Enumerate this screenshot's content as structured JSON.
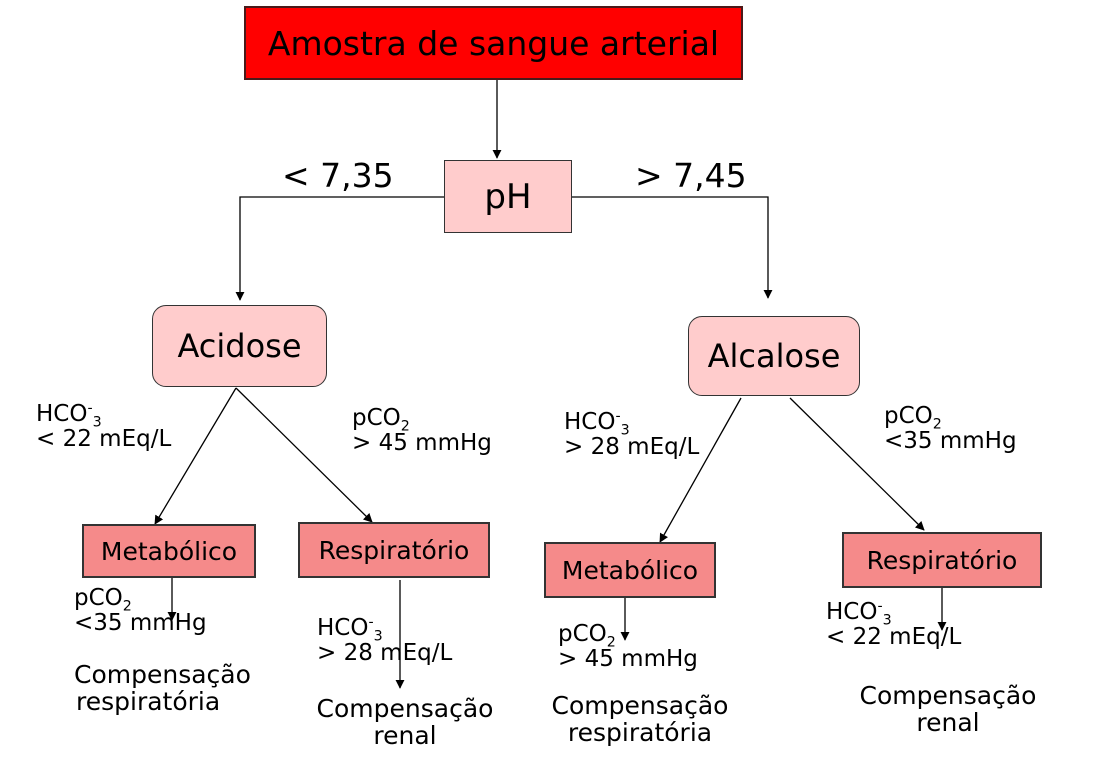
{
  "root": "Amostra de sangue arterial",
  "ph": "pH",
  "left_threshold": "< 7,35",
  "right_threshold": "> 7,45",
  "acidose": {
    "label": "Acidose",
    "left_criterion": {
      "prefix": "HCO",
      "sup": "-",
      "sub": "3",
      "value": "< 22 mEq/L"
    },
    "right_criterion": {
      "prefix": "pCO",
      "sub": "2",
      "value": "> 45 mmHg"
    },
    "metabolico": {
      "label": "Metabólico",
      "comp_criterion": {
        "prefix": "pCO",
        "sub": "2",
        "value": "<35 mmHg"
      },
      "comp_line1": "Compensação",
      "comp_line2": "respiratória"
    },
    "respiratorio": {
      "label": "Respiratório",
      "comp_criterion": {
        "prefix": "HCO",
        "sup": "-",
        "sub": "3",
        "value": "> 28 mEq/L"
      },
      "comp_line1": "Compensação",
      "comp_line2": "renal"
    }
  },
  "alcalose": {
    "label": "Alcalose",
    "left_criterion": {
      "prefix": "HCO",
      "sup": "-",
      "sub": "3",
      "value": "> 28 mEq/L"
    },
    "right_criterion": {
      "prefix": "pCO",
      "sub": "2",
      "value": "<35 mmHg"
    },
    "metabolico": {
      "label": "Metabólico",
      "comp_criterion": {
        "prefix": "pCO",
        "sub": "2",
        "value": "> 45 mmHg"
      },
      "comp_line1": "Compensação",
      "comp_line2": "respiratória"
    },
    "respiratorio": {
      "label": "Respiratório",
      "comp_criterion": {
        "prefix": "HCO",
        "sup": "-",
        "sub": "3",
        "value": "< 22 mEq/L"
      },
      "comp_line1": "Compensação",
      "comp_line2": "renal"
    }
  }
}
